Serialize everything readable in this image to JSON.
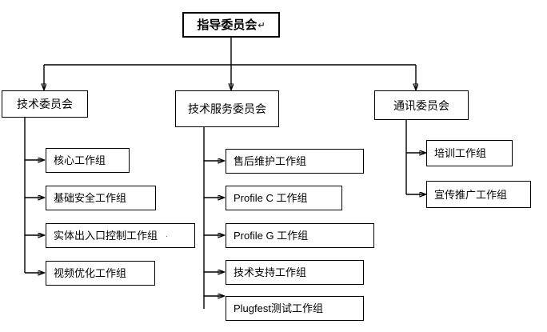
{
  "diagram": {
    "type": "organization-chart",
    "title_box": {
      "label": "指导委员会",
      "mark": "↵"
    },
    "level2": [
      {
        "id": "tech",
        "label": "技术委员会"
      },
      {
        "id": "tech-service",
        "label": "技术服务委员会"
      },
      {
        "id": "comm",
        "label": "通讯委员会"
      }
    ],
    "groups": {
      "tech": [
        {
          "label": "核心工作组",
          "mark": ""
        },
        {
          "label": "基础安全工作组",
          "mark": ""
        },
        {
          "label": "实体出入口控制工作组",
          "mark": "·"
        },
        {
          "label": "视频优化工作组",
          "mark": ""
        }
      ],
      "tech_service": [
        {
          "label": "售后维护工作组",
          "mark": ""
        },
        {
          "label": "Profile C 工作组",
          "mark": ""
        },
        {
          "label": "Profile G 工作组",
          "mark": ""
        },
        {
          "label": "技术支持工作组",
          "mark": ""
        },
        {
          "label": "Plugfest测试工作组",
          "mark": ""
        }
      ],
      "comm": [
        {
          "label": "培训工作组",
          "mark": ""
        },
        {
          "label": "宣传推广工作组",
          "mark": ""
        }
      ]
    },
    "colors": {
      "line": "#000000",
      "box_border": "#000000",
      "box_fill": "#ffffff",
      "text": "#000000"
    }
  }
}
